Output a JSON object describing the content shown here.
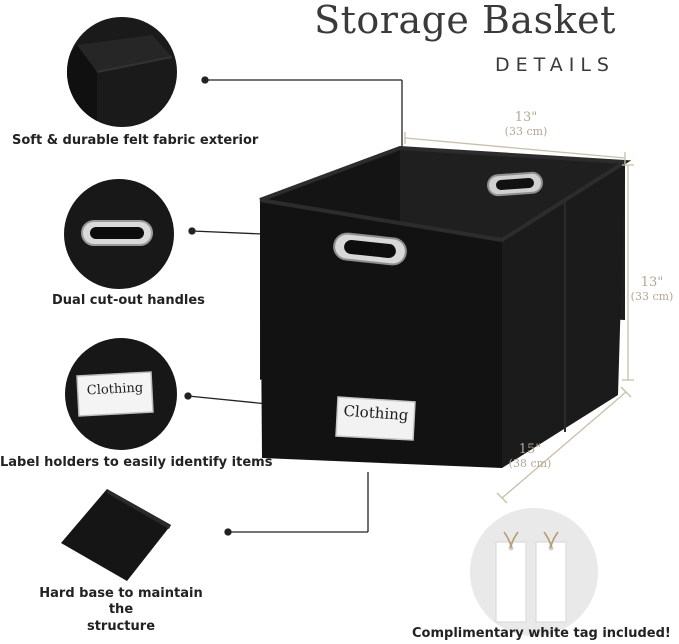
{
  "header": {
    "title": "Storage Basket",
    "subtitle": "DETAILS"
  },
  "features": [
    {
      "icon": "felt-fabric-corner-icon",
      "caption": "Soft & durable felt fabric exterior"
    },
    {
      "icon": "metal-handle-icon",
      "caption": "Dual cut-out handles"
    },
    {
      "icon": "label-holder-icon",
      "caption": "Label holders to easily identify items",
      "label_text": "Clothing"
    },
    {
      "icon": "hard-base-icon",
      "caption_line1": "Hard base to maintain the",
      "caption_line2": "structure"
    }
  ],
  "product": {
    "label_text": "Clothing",
    "dimensions": {
      "width": {
        "inches": "13\"",
        "cm": "(33 cm)"
      },
      "height": {
        "inches": "13\"",
        "cm": "(33 cm)"
      },
      "depth": {
        "inches": "15\"",
        "cm": "(38 cm)"
      }
    }
  },
  "tag_note": "Complimentary white tag included!",
  "colors": {
    "basket": "#161616",
    "dimension_line": "#c9bfa8",
    "circle_bg": "#efefef"
  }
}
